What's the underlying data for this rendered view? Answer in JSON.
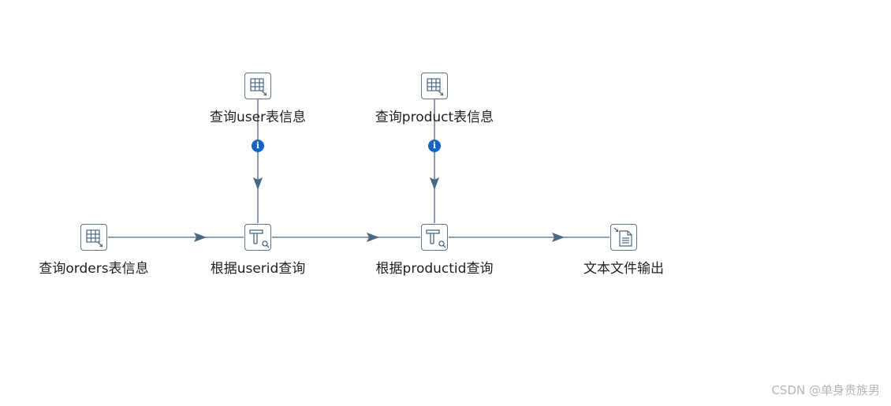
{
  "steps": {
    "orders_input": {
      "label": "查询orders表信息",
      "icon": "table-input-icon"
    },
    "user_input": {
      "label": "查询user表信息",
      "icon": "table-input-icon"
    },
    "product_input": {
      "label": "查询product表信息",
      "icon": "table-input-icon"
    },
    "userid_lookup": {
      "label": "根据userid查询",
      "icon": "stream-lookup-icon"
    },
    "productid_lookup": {
      "label": "根据productid查询",
      "icon": "stream-lookup-icon"
    },
    "text_output": {
      "label": "文本文件输出",
      "icon": "text-file-output-icon"
    }
  },
  "hops": {
    "info_symbol": "i"
  },
  "colors": {
    "hop": "#4a6882",
    "icon": "#4a6882",
    "info": "#1565c0"
  },
  "watermark": "CSDN @单身贵族男"
}
